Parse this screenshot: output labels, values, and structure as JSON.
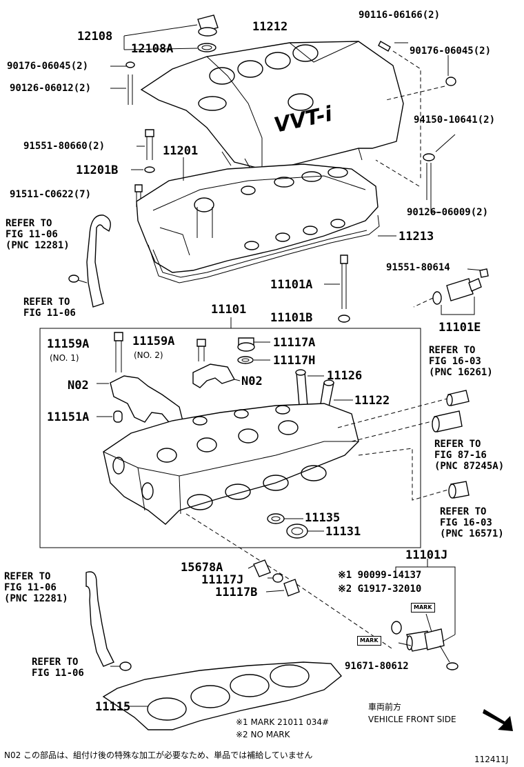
{
  "part_labels": {
    "p12108": "12108",
    "p12108A": "12108A",
    "p11212": "11212",
    "p90116": "90116-06166(2)",
    "p90176a": "90176-06045(2)",
    "p90176b": "90176-06045(2)",
    "p90126a": "90126-06012(2)",
    "p94150": "94150-10641(2)",
    "p91551a": "91551-80660(2)",
    "p11201": "11201",
    "p11201B": "11201B",
    "p91511": "91511-C0622(7)",
    "p90126b": "90126-06009(2)",
    "p11213": "11213",
    "p91551b": "91551-80614",
    "p11101A": "11101A",
    "p11101B": "11101B",
    "p11101E": "11101E",
    "p11101": "11101",
    "p11159A1": "11159A",
    "p11159A1_sub": "(NO. 1)",
    "p11159A2": "11159A",
    "p11159A2_sub": "(NO. 2)",
    "p11117A": "11117A",
    "p11117H": "11117H",
    "p11126": "11126",
    "pN02a": "N02",
    "pN02b": "N02",
    "p11122": "11122",
    "p11151A": "11151A",
    "p11135": "11135",
    "p11131": "11131",
    "p11101J": "11101J",
    "p15678A": "15678A",
    "p11117J": "11117J",
    "p11117B": "11117B",
    "p90099": "※1 90099-14137",
    "pG1917": "※2 G1917-32010",
    "p91671": "91671-80612",
    "p11115": "11115"
  },
  "references": {
    "r1": [
      "REFER TO",
      "FIG 11-06",
      "(PNC 12281)"
    ],
    "r2": [
      "REFER TO",
      "FIG 11-06"
    ],
    "r3": [
      "REFER TO",
      "FIG 16-03",
      "(PNC 16261)"
    ],
    "r4": [
      "REFER TO",
      "FIG 87-16",
      "(PNC 87245A)"
    ],
    "r5": [
      "REFER TO",
      "FIG 16-03",
      "(PNC 16571)"
    ],
    "r6": [
      "REFER TO",
      "FIG 11-06",
      "(PNC 12281)"
    ],
    "r7": [
      "REFER TO",
      "FIG 11-06"
    ]
  },
  "marks": {
    "m1": "MARK",
    "m2": "MARK"
  },
  "cover_text": "VVT-i",
  "notes": {
    "n1": "※1 MARK 21011 034#",
    "n2": "※2 NO MARK",
    "front_jp": "車両前方",
    "front_en": "VEHICLE FRONT SIDE",
    "footnote": "N02  この部品は、組付け後の特殊な加工が必要なため、単品では補給していません",
    "figure_id": "112411J"
  }
}
